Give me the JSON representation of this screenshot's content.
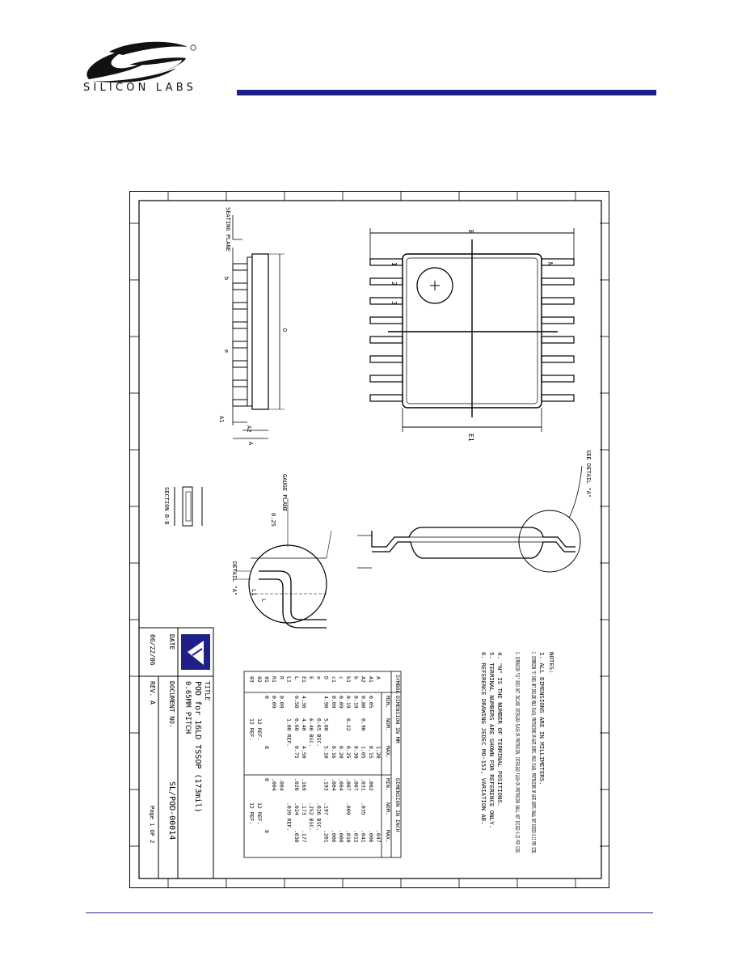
{
  "header": {
    "company": "SILICON LABS",
    "brand_color": "#1f1f8a",
    "logo_icon": "silicon-labs-logo"
  },
  "drawing": {
    "title_label": "TITLE",
    "title_line1": "POD for 16LD TSSOP (173mil)",
    "title_line2": "0.65MM PITCH",
    "date_label": "DATE",
    "date_value": "06/22/06",
    "doc_no_label": "DOCUMENT NO.",
    "doc_no_value": "SL/POD-00014",
    "rev": "REV. A",
    "page": "Page 1 OF 2",
    "see_detail": "SEE DETAIL \"A\"",
    "seating_plane": "SEATING PLANE",
    "gauge_plane": "GAUGE PLANE",
    "detail_a": "DETAIL \"A\"",
    "section_bb": "SECTION B-B",
    "notes_title": "NOTES:",
    "notes": [
      "1. ALL DIMENSIONS ARE IN MILLIMETERS.",
      "2. DIMENSION \"D\" DOES NOT INCLUDE MOLD FLASH, PROTRUSIONS OR GATE BURRS. MOLD FLASH, PROTRUSIONS OR GATE BURRS SHALL NOT EXCEED 0.15 PER SIDE.",
      "3. DIMENSION \"E1\" DOES NOT INCLUDE INTERLEAD FLASH OR PROTRUSION. INTERLEAD FLASH OR PROTRUSION SHALL NOT EXCEED 0.25 PER SIDE.",
      "4. \"N\" IS THE NUMBER OF TERMINAL POSITIONS.",
      "5. TERMINAL NUMBERS ARE SHOWN FOR REFERENCE ONLY.",
      "6. REFERENCE DRAWING JEDEC MO-153, VARIATION AB."
    ],
    "table": {
      "headers": [
        "SYMBOL",
        "DIMENSION IN MM",
        "DIMENSION IN INCH"
      ],
      "subheaders": [
        "MIN.",
        "NOM.",
        "MAX.",
        "MIN.",
        "NOM.",
        "MAX."
      ],
      "rows": [
        [
          "A",
          "",
          "",
          "1.20",
          "",
          "",
          ".047"
        ],
        [
          "A1",
          "0.05",
          "",
          "0.15",
          ".002",
          "",
          ".006"
        ],
        [
          "A2",
          "0.80",
          "0.90",
          "1.05",
          ".031",
          ".035",
          ".041"
        ],
        [
          "b",
          "0.19",
          "",
          "0.30",
          ".007",
          "",
          ".012"
        ],
        [
          "b1",
          "0.19",
          "0.22",
          "0.25",
          ".007",
          ".009",
          ".010"
        ],
        [
          "c",
          "0.09",
          "",
          "0.20",
          ".004",
          "",
          ".008"
        ],
        [
          "c1",
          "0.09",
          "",
          "0.16",
          ".004",
          "",
          ".006"
        ],
        [
          "D",
          "4.90",
          "5.00",
          "5.10",
          ".193",
          ".197",
          ".201"
        ],
        [
          "e",
          "",
          "0.65 BSC.",
          "",
          "",
          ".026 BSC.",
          ""
        ],
        [
          "E",
          "",
          "6.40 BSC.",
          "",
          "",
          ".252 BSC.",
          ""
        ],
        [
          "E1",
          "4.30",
          "4.40",
          "4.50",
          ".169",
          ".173",
          ".177"
        ],
        [
          "L",
          "0.50",
          "0.60",
          "0.75",
          ".020",
          ".024",
          ".030"
        ],
        [
          "L1",
          "",
          "1.00 REF.",
          "",
          "",
          ".039 REF.",
          ""
        ],
        [
          "R",
          "0.09",
          "",
          "",
          ".004",
          "",
          ""
        ],
        [
          "R1",
          "0.09",
          "",
          "",
          ".004",
          "",
          ""
        ],
        [
          "θ1",
          "0",
          "",
          "8",
          "0",
          "",
          "8"
        ],
        [
          "θ2",
          "",
          "12 REF.",
          "",
          "",
          "12 REF.",
          ""
        ],
        [
          "θ3",
          "",
          "12 REF.",
          "",
          "",
          "12 REF.",
          ""
        ]
      ]
    },
    "dim_labels": {
      "E": "E",
      "E1": "E1",
      "D": "D",
      "e": "e",
      "b": "b",
      "A": "A",
      "A1": "A1",
      "A2": "A2",
      "pin1": "1",
      "pin2": "2",
      "pin3": "3",
      "pinN": "N",
      "gauge_val": "0.25",
      "l1": "L1",
      "l": "L"
    }
  }
}
